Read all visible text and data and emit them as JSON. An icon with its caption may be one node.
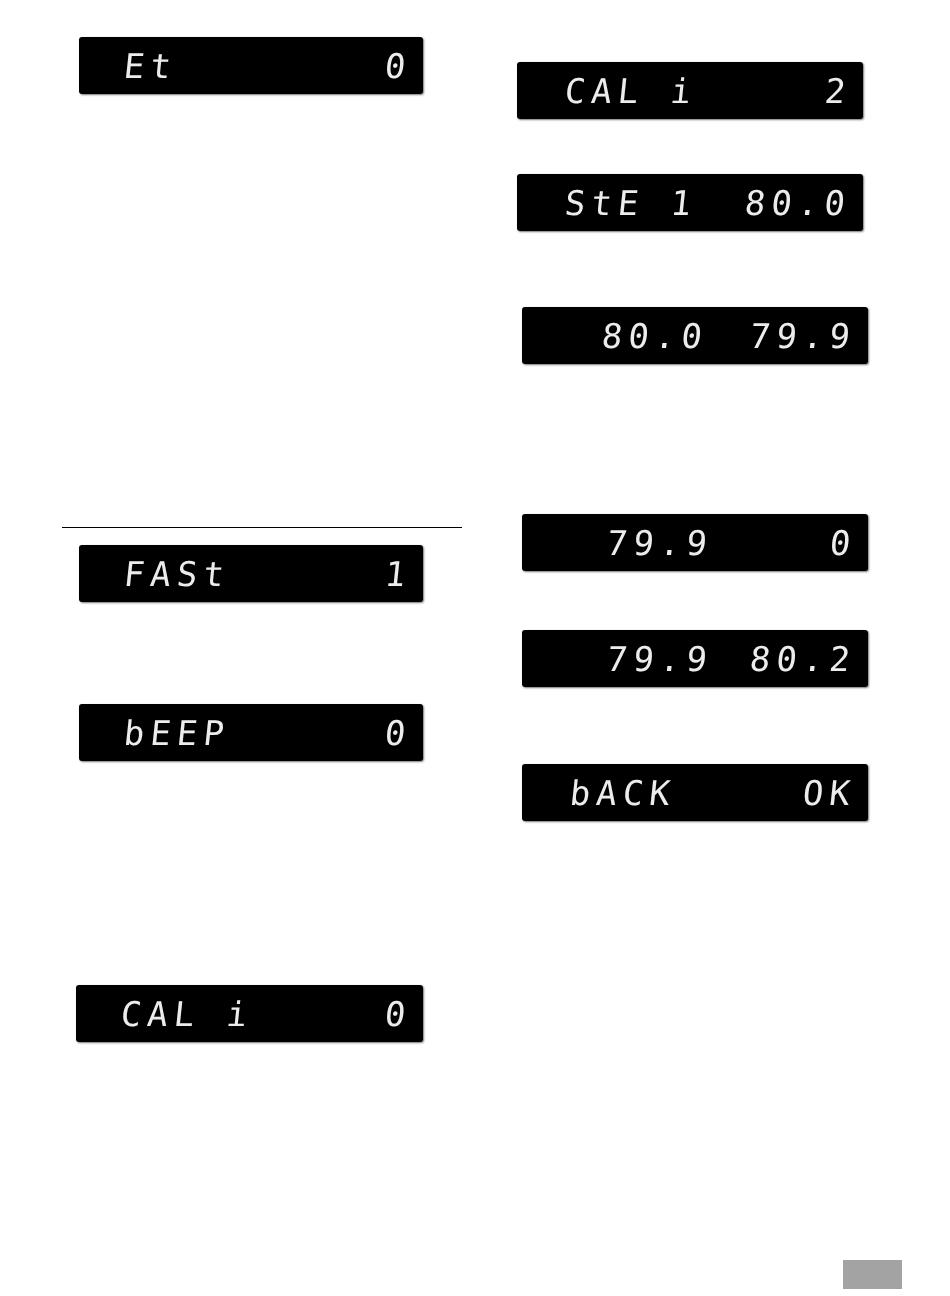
{
  "diagram": {
    "labels": [
      "Et",
      "0",
      "FASt",
      "1",
      "bEEP",
      "0",
      "CAL i",
      "0",
      "CAL i",
      "2",
      "StE 1",
      "80.0",
      "80.0",
      "79.9",
      "79.9",
      "0",
      "79.9",
      "80.2",
      "bACK",
      "OK"
    ]
  }
}
